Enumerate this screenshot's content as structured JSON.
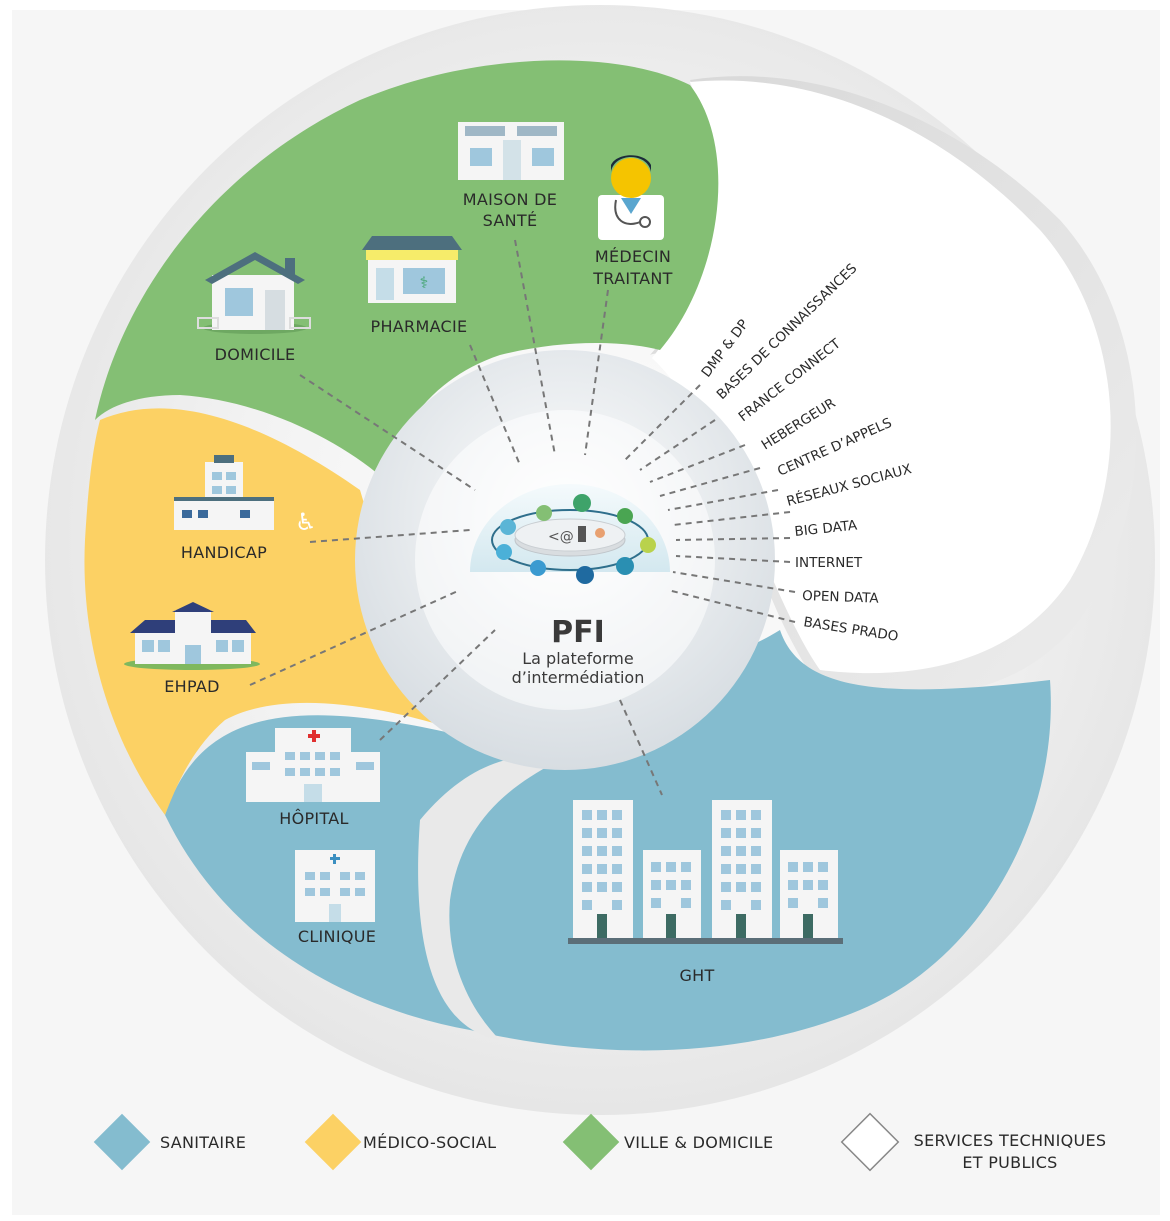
{
  "center": {
    "title": "PFI",
    "subtitle_line1": "La plateforme",
    "subtitle_line2": "d’intermédiation"
  },
  "nodes": {
    "domicile": "DOMICILE",
    "pharmacie": "PHARMACIE",
    "maison_line1": "MAISON DE",
    "maison_line2": "SANTÉ",
    "medecin_line1": "MÉDECIN",
    "medecin_line2": "TRAITANT",
    "handicap": "HANDICAP",
    "ehpad": "EHPAD",
    "hopital": "HÔPITAL",
    "clinique": "CLINIQUE",
    "ght": "GHT"
  },
  "services": [
    "DMP & DP",
    "BASES DE CONNAISSANCES",
    "FRANCE CONNECT",
    "HEBERGEUR",
    "CENTRE D’APPELS",
    "RÉSEAUX SOCIAUX",
    "BIG DATA",
    "INTERNET",
    "OPEN DATA",
    "BASES PRADO"
  ],
  "legend": [
    {
      "label": "SANITAIRE",
      "color": "#84bccf"
    },
    {
      "label": "MÉDICO-SOCIAL",
      "color": "#fcd164"
    },
    {
      "label": "VILLE & DOMICILE",
      "color": "#84bf74"
    },
    {
      "label_line1": "SERVICES TECHNIQUES",
      "label_line2": "ET PUBLICS",
      "color": "#ffffff"
    }
  ],
  "colors": {
    "sanitaire": "#84bccf",
    "medico_social": "#fcd164",
    "ville_domicile": "#84bf74",
    "services": "#ffffff"
  }
}
